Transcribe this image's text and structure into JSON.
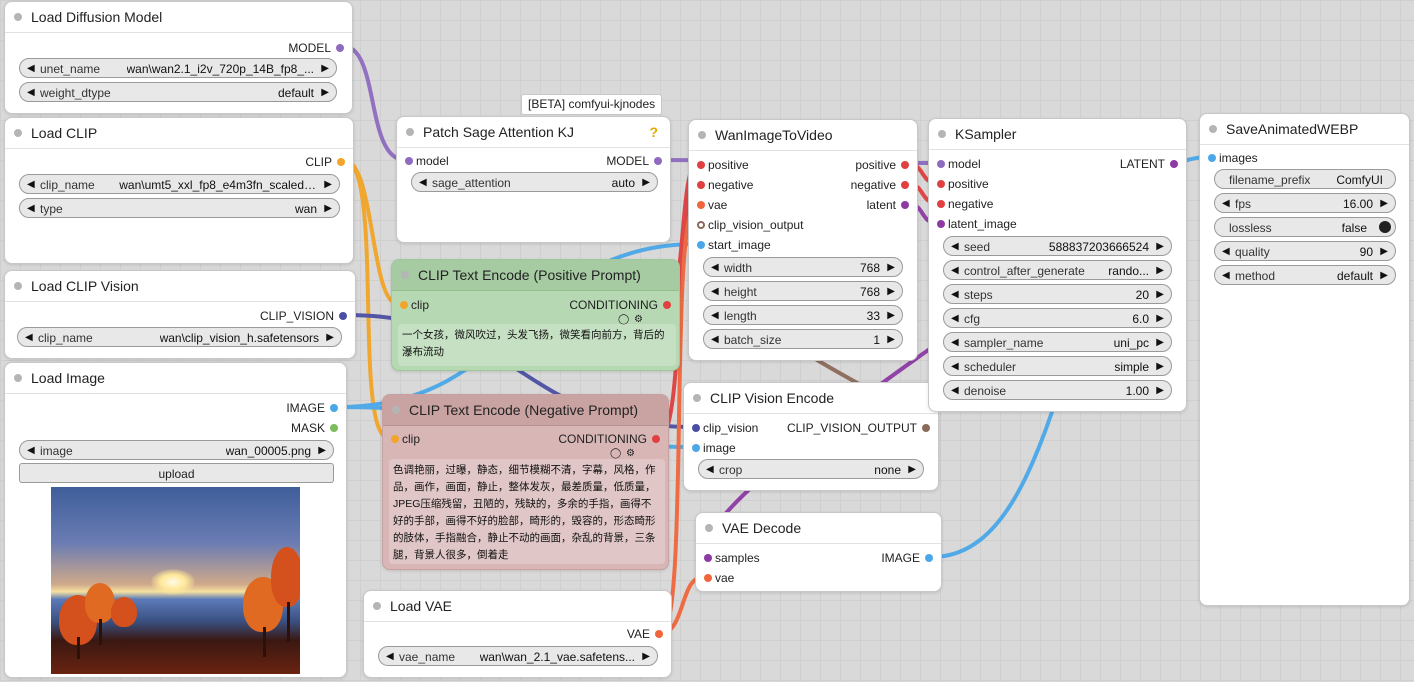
{
  "colors": {
    "model": "#8e6bbf",
    "clip": "#f2a528",
    "clip_vision": "#4b4fa3",
    "image": "#4aa8e8",
    "mask": "#7bbd5a",
    "vae": "#f0663c",
    "conditioning": "#e04040",
    "latent": "#8e3aa5",
    "clip_vision_output": "#8a6a5a"
  },
  "tag_text": "[BETA] comfyui-kjnodes",
  "nodes": {
    "load_diffusion": {
      "title": "Load Diffusion Model",
      "output": "MODEL",
      "unet_name_label": "unet_name",
      "unet_name_value": "wan\\wan2.1_i2v_720p_14B_fp8_...",
      "weight_dtype_label": "weight_dtype",
      "weight_dtype_value": "default"
    },
    "load_clip": {
      "title": "Load CLIP",
      "output": "CLIP",
      "clip_name_label": "clip_name",
      "clip_name_value": "wan\\umt5_xxl_fp8_e4m3fn_scaled....",
      "type_label": "type",
      "type_value": "wan"
    },
    "load_clip_vision": {
      "title": "Load CLIP Vision",
      "output": "CLIP_VISION",
      "clip_name_label": "clip_name",
      "clip_name_value": "wan\\clip_vision_h.safetensors"
    },
    "load_image": {
      "title": "Load Image",
      "output_image": "IMAGE",
      "output_mask": "MASK",
      "image_label": "image",
      "image_value": "wan_00005.png",
      "upload_label": "upload"
    },
    "patch_sage": {
      "title": "Patch Sage Attention KJ",
      "help": "?",
      "input": "model",
      "output": "MODEL",
      "sage_label": "sage_attention",
      "sage_value": "auto"
    },
    "clip_pos": {
      "title": "CLIP Text Encode (Positive Prompt)",
      "input": "clip",
      "output": "CONDITIONING",
      "text": "一个女孩，微风吹过，头发飞扬，微笑看向前方，背后的瀑布流动"
    },
    "clip_neg": {
      "title": "CLIP Text Encode (Negative Prompt)",
      "input": "clip",
      "output": "CONDITIONING",
      "text": "色调艳丽，过曝，静态，细节模糊不清，字幕，风格，作品，画作，画面，静止，整体发灰，最差质量，低质量，JPEG压缩残留，丑陋的，残缺的，多余的手指，画得不好的手部，画得不好的脸部，畸形的，毁容的，形态畸形的肢体，手指融合，静止不动的画面，杂乱的背景，三条腿，背景人很多，倒着走"
    },
    "load_vae": {
      "title": "Load VAE",
      "output": "VAE",
      "vae_name_label": "vae_name",
      "vae_name_value": "wan\\wan_2.1_vae.safetens..."
    },
    "wan_i2v": {
      "title": "WanImageToVideo",
      "in_positive": "positive",
      "in_negative": "negative",
      "in_vae": "vae",
      "in_clip_vision_output": "clip_vision_output",
      "in_start_image": "start_image",
      "out_positive": "positive",
      "out_negative": "negative",
      "out_latent": "latent",
      "width_label": "width",
      "width_value": "768",
      "height_label": "height",
      "height_value": "768",
      "length_label": "length",
      "length_value": "33",
      "batch_label": "batch_size",
      "batch_value": "1"
    },
    "clip_vision_encode": {
      "title": "CLIP Vision Encode",
      "in_clip_vision": "clip_vision",
      "in_image": "image",
      "output": "CLIP_VISION_OUTPUT",
      "crop_label": "crop",
      "crop_value": "none"
    },
    "vae_decode": {
      "title": "VAE Decode",
      "in_samples": "samples",
      "in_vae": "vae",
      "output": "IMAGE"
    },
    "ksampler": {
      "title": "KSampler",
      "in_model": "model",
      "in_positive": "positive",
      "in_negative": "negative",
      "in_latent": "latent_image",
      "output": "LATENT",
      "seed_label": "seed",
      "seed_value": "588837203666524",
      "cag_label": "control_after_generate",
      "cag_value": "rando...",
      "steps_label": "steps",
      "steps_value": "20",
      "cfg_label": "cfg",
      "cfg_value": "6.0",
      "sampler_label": "sampler_name",
      "sampler_value": "uni_pc",
      "scheduler_label": "scheduler",
      "scheduler_value": "simple",
      "denoise_label": "denoise",
      "denoise_value": "1.00"
    },
    "save_webp": {
      "title": "SaveAnimatedWEBP",
      "input": "images",
      "prefix_label": "filename_prefix",
      "prefix_value": "ComfyUI",
      "fps_label": "fps",
      "fps_value": "16.00",
      "lossless_label": "lossless",
      "lossless_value": "false",
      "quality_label": "quality",
      "quality_value": "90",
      "method_label": "method",
      "method_value": "default"
    }
  }
}
